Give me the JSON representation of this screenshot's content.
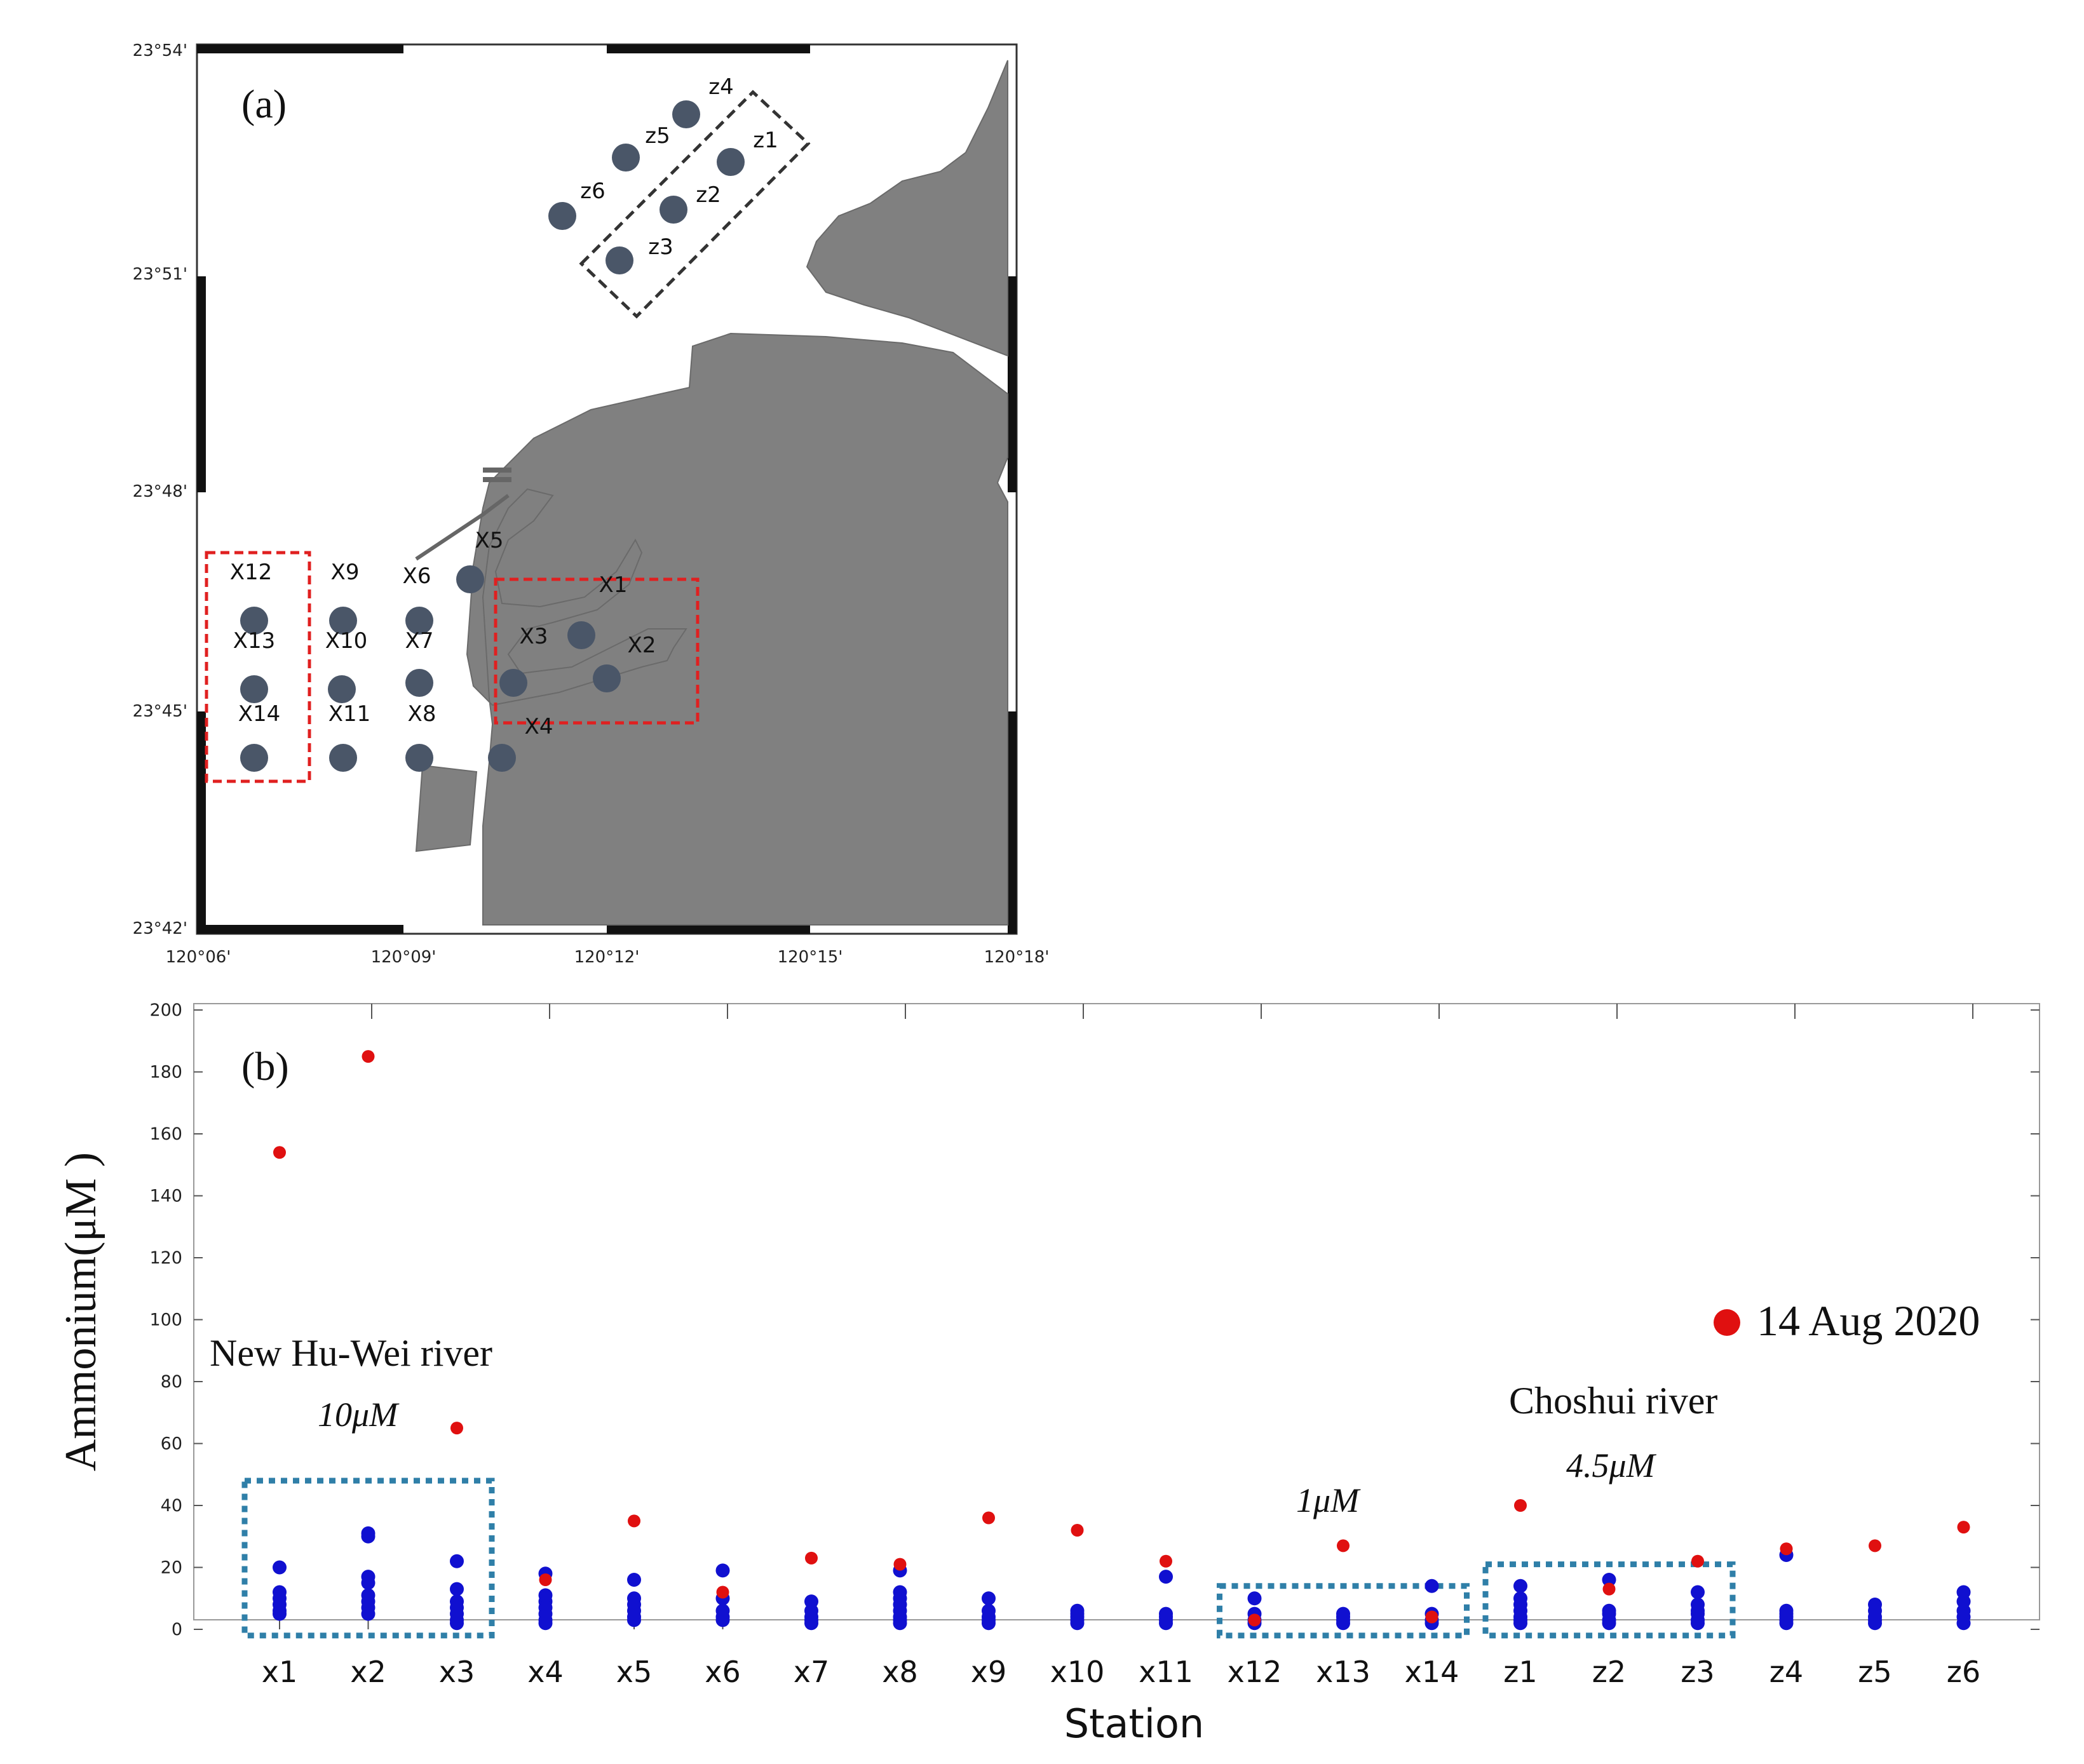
{
  "map": {
    "panel_label": "(a)",
    "lat_ticks": [
      "23°54'",
      "23°51'",
      "23°48'",
      "23°45'",
      "23°42'"
    ],
    "lon_ticks": [
      "120°06'",
      "120°09'",
      "120°12'",
      "120°15'",
      "120°18'"
    ],
    "colors": {
      "land": "#808080",
      "station": "#4a5668",
      "red_box": "#e02020",
      "black_box": "#333333"
    },
    "stations": [
      {
        "id": "z4",
        "label": "z4"
      },
      {
        "id": "z5",
        "label": "z5"
      },
      {
        "id": "z1",
        "label": "z1"
      },
      {
        "id": "z6",
        "label": "z6"
      },
      {
        "id": "z2",
        "label": "z2"
      },
      {
        "id": "z3",
        "label": "z3"
      },
      {
        "id": "x5",
        "label": "X5"
      },
      {
        "id": "x12",
        "label": "X12"
      },
      {
        "id": "x9",
        "label": "X9"
      },
      {
        "id": "x6",
        "label": "X6"
      },
      {
        "id": "x1",
        "label": "X1"
      },
      {
        "id": "x3",
        "label": "X3"
      },
      {
        "id": "x2",
        "label": "X2"
      },
      {
        "id": "x13",
        "label": "X13"
      },
      {
        "id": "x10",
        "label": "X10"
      },
      {
        "id": "x7",
        "label": "X7"
      },
      {
        "id": "x14",
        "label": "X14"
      },
      {
        "id": "x11",
        "label": "X11"
      },
      {
        "id": "x8",
        "label": "X8"
      },
      {
        "id": "x4",
        "label": "X4"
      }
    ]
  },
  "chart_data": {
    "type": "scatter",
    "panel_label": "(b)",
    "xlabel": "Station",
    "ylabel": "Ammonium(μM )",
    "ylim": [
      0,
      200
    ],
    "yticks": [
      0,
      20,
      40,
      60,
      80,
      100,
      120,
      140,
      160,
      180,
      200
    ],
    "categories": [
      "x1",
      "x2",
      "x3",
      "x4",
      "x5",
      "x6",
      "x7",
      "x8",
      "x9",
      "x10",
      "x11",
      "x12",
      "x13",
      "x14",
      "z1",
      "z2",
      "z3",
      "z4",
      "z5",
      "z6"
    ],
    "legend": {
      "label": "14 Aug 2020",
      "color": "#e01010",
      "position": "right"
    },
    "colors": {
      "red": "#e01010",
      "blue": "#1010d0",
      "box": "#2f7fa8"
    },
    "series": [
      {
        "name": "14 Aug 2020",
        "color": "#e01010",
        "values": [
          154,
          185,
          65,
          16,
          35,
          12,
          23,
          21,
          36,
          32,
          22,
          3,
          27,
          4,
          40,
          13,
          22,
          26,
          27,
          33
        ]
      },
      {
        "color": "#1010d0",
        "points": [
          [
            [
              0,
              20
            ],
            [
              0,
              12
            ],
            [
              0,
              10
            ],
            [
              0,
              8
            ],
            [
              0,
              6
            ],
            [
              0,
              5
            ]
          ],
          [
            [
              1,
              31
            ],
            [
              1,
              30
            ],
            [
              1,
              17
            ],
            [
              1,
              15
            ],
            [
              1,
              11
            ],
            [
              1,
              9
            ],
            [
              1,
              7
            ],
            [
              1,
              5
            ]
          ],
          [
            [
              2,
              22
            ],
            [
              2,
              13
            ],
            [
              2,
              9
            ],
            [
              2,
              7
            ],
            [
              2,
              5
            ],
            [
              2,
              3
            ],
            [
              2,
              2
            ]
          ],
          [
            [
              3,
              18
            ],
            [
              3,
              11
            ],
            [
              3,
              9
            ],
            [
              3,
              7
            ],
            [
              3,
              5
            ],
            [
              3,
              3
            ],
            [
              3,
              2
            ]
          ],
          [
            [
              4,
              16
            ],
            [
              4,
              10
            ],
            [
              4,
              8
            ],
            [
              4,
              6
            ],
            [
              4,
              4
            ],
            [
              4,
              3
            ]
          ],
          [
            [
              5,
              19
            ],
            [
              5,
              10
            ],
            [
              5,
              6
            ],
            [
              5,
              4
            ],
            [
              5,
              3
            ]
          ],
          [
            [
              6,
              9
            ],
            [
              6,
              6
            ],
            [
              6,
              4
            ],
            [
              6,
              3
            ],
            [
              6,
              2
            ]
          ],
          [
            [
              7,
              19
            ],
            [
              7,
              12
            ],
            [
              7,
              10
            ],
            [
              7,
              8
            ],
            [
              7,
              6
            ],
            [
              7,
              4
            ],
            [
              7,
              3
            ],
            [
              7,
              2
            ]
          ],
          [
            [
              8,
              10
            ],
            [
              8,
              6
            ],
            [
              8,
              4
            ],
            [
              8,
              3
            ],
            [
              8,
              2
            ]
          ],
          [
            [
              9,
              6
            ],
            [
              9,
              5
            ],
            [
              9,
              4
            ],
            [
              9,
              3
            ],
            [
              9,
              2
            ]
          ],
          [
            [
              10,
              17
            ],
            [
              10,
              5
            ],
            [
              10,
              4
            ],
            [
              10,
              3
            ],
            [
              10,
              2
            ]
          ],
          [
            [
              11,
              10
            ],
            [
              11,
              5
            ],
            [
              11,
              3
            ],
            [
              11,
              2
            ]
          ],
          [
            [
              12,
              5
            ],
            [
              12,
              4
            ],
            [
              12,
              3
            ],
            [
              12,
              2
            ]
          ],
          [
            [
              13,
              14
            ],
            [
              13,
              5
            ],
            [
              13,
              3
            ],
            [
              13,
              2
            ]
          ],
          [
            [
              14,
              14
            ],
            [
              14,
              10
            ],
            [
              14,
              8
            ],
            [
              14,
              6
            ],
            [
              14,
              4
            ],
            [
              14,
              3
            ],
            [
              14,
              2
            ]
          ],
          [
            [
              15,
              16
            ],
            [
              15,
              6
            ],
            [
              15,
              5
            ],
            [
              15,
              3
            ],
            [
              15,
              2
            ]
          ],
          [
            [
              16,
              12
            ],
            [
              16,
              8
            ],
            [
              16,
              6
            ],
            [
              16,
              5
            ],
            [
              16,
              3
            ],
            [
              16,
              2
            ]
          ],
          [
            [
              17,
              24
            ],
            [
              17,
              6
            ],
            [
              17,
              5
            ],
            [
              17,
              4
            ],
            [
              17,
              3
            ],
            [
              17,
              2
            ]
          ],
          [
            [
              18,
              8
            ],
            [
              18,
              6
            ],
            [
              18,
              4
            ],
            [
              18,
              3
            ],
            [
              18,
              2
            ]
          ],
          [
            [
              19,
              12
            ],
            [
              19,
              9
            ],
            [
              19,
              6
            ],
            [
              19,
              4
            ],
            [
              19,
              2
            ]
          ]
        ]
      }
    ],
    "annotations": [
      {
        "id": "hu-wei",
        "title": "New Hu-Wei river",
        "value": "10μM"
      },
      {
        "id": "mid",
        "value": "1μM"
      },
      {
        "id": "choshui",
        "title": "Choshui river",
        "value": "4.5μM"
      }
    ]
  }
}
